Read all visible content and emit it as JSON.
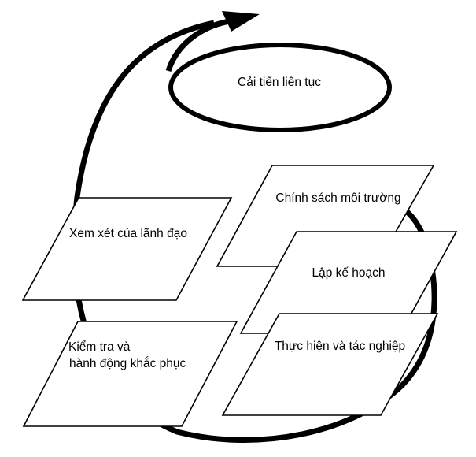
{
  "cycle": {
    "center_label": "Cải tiến liên tục",
    "steps": [
      {
        "id": "policy",
        "lines": [
          "Chính sách môi trường"
        ]
      },
      {
        "id": "planning",
        "lines": [
          "Lập kế hoạch"
        ]
      },
      {
        "id": "implementation",
        "lines": [
          "Thực hiện và tác nghiệp"
        ]
      },
      {
        "id": "checking",
        "lines": [
          "Kiểm tra và",
          "hành động khắc phục"
        ]
      },
      {
        "id": "review",
        "lines": [
          "Xem xét của lãnh đạo"
        ]
      }
    ]
  }
}
